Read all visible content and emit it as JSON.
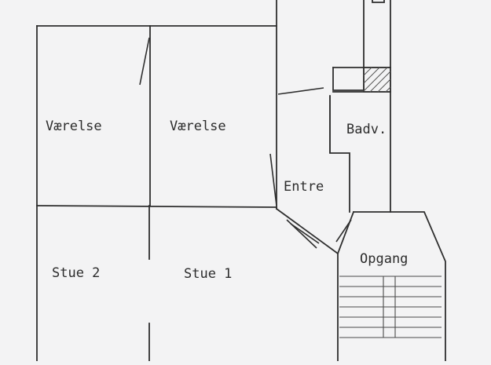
{
  "floor_plan": {
    "rooms": [
      {
        "id": "vaerelse_left",
        "label": "Værelse"
      },
      {
        "id": "vaerelse_right",
        "label": "Værelse"
      },
      {
        "id": "badv",
        "label": "Badv."
      },
      {
        "id": "entre",
        "label": "Entre"
      },
      {
        "id": "stue2",
        "label": "Stue 2"
      },
      {
        "id": "stue1",
        "label": "Stue 1"
      },
      {
        "id": "opgang",
        "label": "Opgang"
      }
    ]
  },
  "colors": {
    "paper": "#f3f3f4",
    "ink": "#2e2e2e"
  }
}
